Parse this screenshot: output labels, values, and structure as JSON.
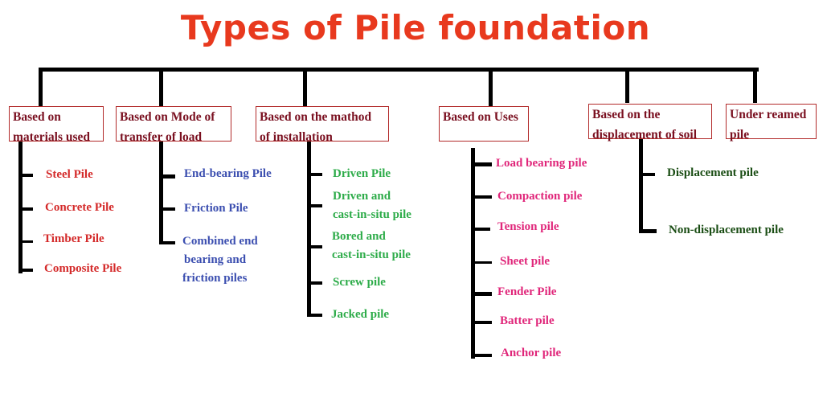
{
  "title": {
    "text": "Types of Pile foundation",
    "color": "#e8391e"
  },
  "categories": [
    {
      "label_lines": [
        "Based on",
        "materials used"
      ],
      "color": "#d42a2a",
      "items": [
        [
          "Steel Pile"
        ],
        [
          "Concrete Pile"
        ],
        [
          "Timber Pile"
        ],
        [
          "Composite Pile"
        ]
      ]
    },
    {
      "label_lines": [
        "Based on Mode of",
        "transfer of load"
      ],
      "color": "#3c4fb0",
      "items": [
        [
          "End-bearing Pile"
        ],
        [
          "Friction Pile"
        ],
        [
          "Combined end",
          "bearing and",
          "friction piles"
        ]
      ]
    },
    {
      "label_lines": [
        "Based on the mathod",
        "of installation"
      ],
      "color": "#2eac4a",
      "items": [
        [
          "Driven Pile"
        ],
        [
          "Driven and",
          "cast-in-situ pile"
        ],
        [
          "Bored and",
          "cast-in-situ pile"
        ],
        [
          "Screw pile"
        ],
        [
          "Jacked pile"
        ]
      ]
    },
    {
      "label_lines": [
        "Based on Uses"
      ],
      "color": "#e0267a",
      "items": [
        [
          "Load bearing pile"
        ],
        [
          "Compaction pile"
        ],
        [
          "Tension pile"
        ],
        [
          "Sheet pile"
        ],
        [
          "Fender Pile"
        ],
        [
          "Batter pile"
        ],
        [
          "Anchor pile"
        ]
      ]
    },
    {
      "label_lines": [
        "Based on the",
        "displacement of soil"
      ],
      "color": "#1a4d14",
      "items": [
        [
          "Displacement pile"
        ],
        [
          "Non-displacement pile"
        ]
      ]
    },
    {
      "label_lines": [
        "Under reamed",
        "pile"
      ],
      "color": "#7a1020",
      "items": []
    }
  ],
  "colors": {
    "box_border": "#b22a2a",
    "box_text": "#7a1020",
    "line": "#000000"
  }
}
